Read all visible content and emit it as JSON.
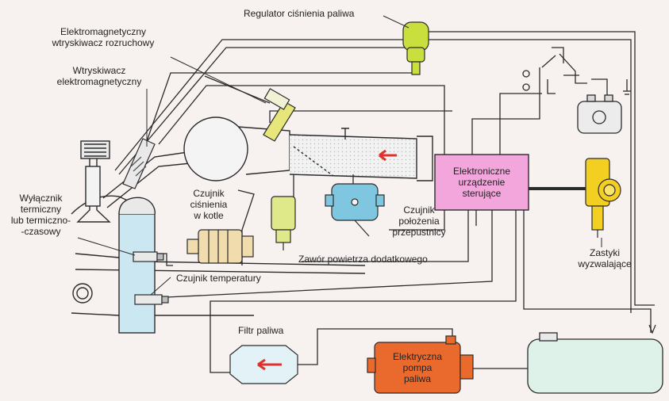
{
  "labels": {
    "fuel_pressure_regulator": "Regulator ciśnienia paliwa",
    "cold_start_injector": "Elektromagnetyczny\nwtryskiwacz rozruchowy",
    "solenoid_injector": "Wtryskiwacz\nelektromagnetyczny",
    "thermo_time_switch": "Wyłącznik\ntermiczny\nlub termiczno-\n-czasowy",
    "boiler_pressure_sensor": "Czujnik\nciśnienia\nw kotle",
    "ecu": "Elektroniczne\nurządzenie\nsterujące",
    "throttle_position_sensor": "Czujnik\npołożenia\nprzepustnicy",
    "auxiliary_air_valve": "Zawór powietrza dodatkowego",
    "temperature_sensor": "Czujnik temperatury",
    "trigger_contacts": "Zastyki\nwyzwalające",
    "fuel_filter": "Filtr paliwa",
    "electric_fuel_pump": "Elektryczna\npompa\npaliwa"
  },
  "colors": {
    "background": "#f7f1ef",
    "line": "#2b2b2b",
    "regulator": "#c8df3e",
    "ecu_fill": "#f3a6dc",
    "throttle_sensor": "#7fc7e1",
    "aux_valve": "#dfe98a",
    "boiler_sensor": "#f1dcae",
    "trigger": "#f3cf22",
    "pump": "#ea6a2e",
    "filter": "#e3f2f6",
    "tank": "#def2ea",
    "coolant": "#cbe8f2",
    "arrow": "#e0322a",
    "cylinder": "#e9e9e9"
  }
}
